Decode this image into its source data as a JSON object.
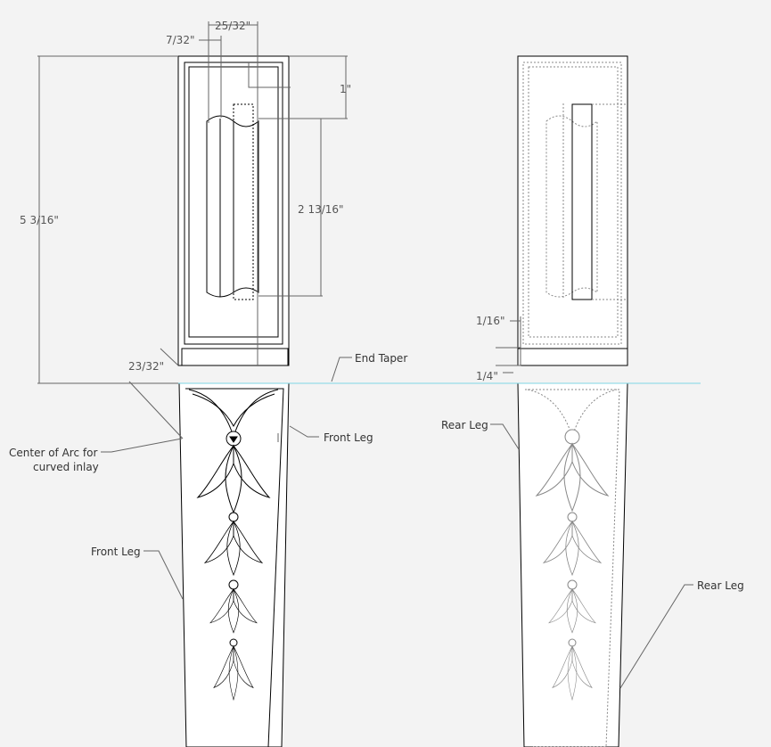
{
  "dimensions": {
    "d_25_32": "25/32\"",
    "d_7_32": "7/32\"",
    "d_1": "1\"",
    "d_5_3_16": "5 3/16\"",
    "d_2_13_16": "2 13/16\"",
    "d_23_32": "23/32\"",
    "d_1_16": "1/16\"",
    "d_1_4": "1/4\""
  },
  "annotations": {
    "end_taper": "End Taper",
    "center_arc_line1": "Center of Arc for",
    "center_arc_line2": "curved inlay",
    "front_leg_right": "Front Leg",
    "front_leg_left": "Front Leg",
    "rear_leg_upper": "Rear Leg",
    "rear_leg_lower": "Rear Leg"
  },
  "colors": {
    "background": "#f3f3f3",
    "leg_fill": "#ffffff",
    "line": "#000000",
    "dimension_line": "#666666",
    "taper_line": "#7fd6e6"
  }
}
